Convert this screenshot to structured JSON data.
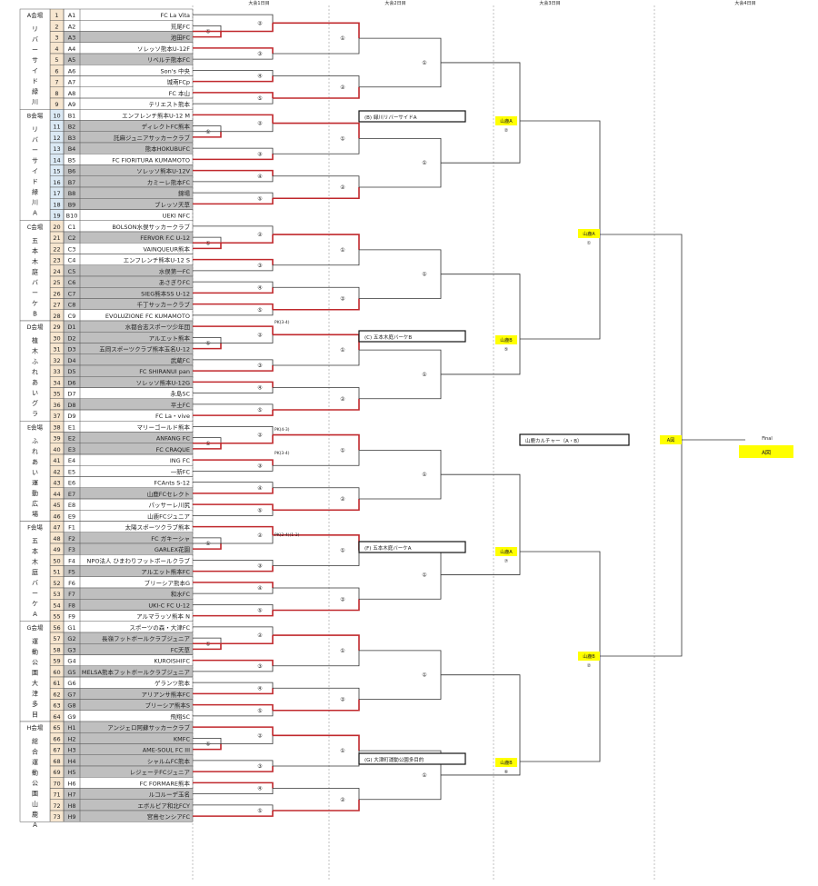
{
  "round_headers": [
    "大会1日目",
    "大会2日目",
    "大会3日目",
    "大会4日目"
  ],
  "venues": [
    {
      "id": "A",
      "title": "A会場",
      "vertical": "リバーサイド緑川C"
    },
    {
      "id": "B",
      "title": "B会場",
      "vertical": "リバーサイド緑川A"
    },
    {
      "id": "C",
      "title": "C会場",
      "vertical": "五本木庭バーケB"
    },
    {
      "id": "D",
      "title": "D会場",
      "vertical": "植木ふれあいグランド"
    },
    {
      "id": "E",
      "title": "E会場",
      "vertical": "ふれあい運動広場"
    },
    {
      "id": "F",
      "title": "F会場",
      "vertical": "五本木庭バーケA"
    },
    {
      "id": "G",
      "title": "G会場",
      "vertical": "運動公園大津多目的"
    },
    {
      "id": "H",
      "title": "H会場",
      "vertical": "総合運動公園山鹿A"
    }
  ],
  "teams": [
    {
      "no": "1",
      "code": "A1",
      "name": "FC La Vita"
    },
    {
      "no": "2",
      "code": "A2",
      "name": "荒尾FC"
    },
    {
      "no": "3",
      "code": "A3",
      "name": "池田FC"
    },
    {
      "no": "4",
      "code": "A4",
      "name": "ソレッソ熊本U-12F"
    },
    {
      "no": "5",
      "code": "A5",
      "name": "リベルテ熊本FC"
    },
    {
      "no": "6",
      "code": "A6",
      "name": "Son's 中央"
    },
    {
      "no": "7",
      "code": "A7",
      "name": "城南FCp"
    },
    {
      "no": "8",
      "code": "A8",
      "name": "FC 本山"
    },
    {
      "no": "9",
      "code": "A9",
      "name": "テリエスト熊本"
    },
    {
      "no": "10",
      "code": "B1",
      "name": "エンフレンチ熊本U-12 M"
    },
    {
      "no": "11",
      "code": "B2",
      "name": "ディレクトFC熊本"
    },
    {
      "no": "12",
      "code": "B3",
      "name": "託麻ジュニアサッカークラブ"
    },
    {
      "no": "13",
      "code": "B4",
      "name": "熊本HOKUBUFC"
    },
    {
      "no": "14",
      "code": "B5",
      "name": "FC FIORITURA KUMAMOTO"
    },
    {
      "no": "15",
      "code": "B6",
      "name": "ソレッソ熊本U-12V"
    },
    {
      "no": "16",
      "code": "B7",
      "name": "カミーレ熊本FC"
    },
    {
      "no": "17",
      "code": "B8",
      "name": "錦場"
    },
    {
      "no": "18",
      "code": "B9",
      "name": "ブレッソ天草"
    },
    {
      "no": "19",
      "code": "B10",
      "name": "UEKI NFC"
    },
    {
      "no": "20",
      "code": "C1",
      "name": "BOLSON水俣サッカークラブ"
    },
    {
      "no": "21",
      "code": "C2",
      "name": "FERVOR F.C U-12"
    },
    {
      "no": "22",
      "code": "C3",
      "name": "VAINQUEUR熊本"
    },
    {
      "no": "23",
      "code": "C4",
      "name": "エンフレンチ熊本U-12 S"
    },
    {
      "no": "24",
      "code": "C5",
      "name": "水俣第一FC"
    },
    {
      "no": "25",
      "code": "C6",
      "name": "あさぎりFC"
    },
    {
      "no": "26",
      "code": "C7",
      "name": "SIEG熊本SS U-12"
    },
    {
      "no": "27",
      "code": "C8",
      "name": "千丁サッカークラブ"
    },
    {
      "no": "28",
      "code": "C9",
      "name": "EVOLUZIONE FC KUMAMOTO"
    },
    {
      "no": "29",
      "code": "D1",
      "name": "水都合志スポーツ少年団"
    },
    {
      "no": "30",
      "code": "D2",
      "name": "アルエット熊本"
    },
    {
      "no": "31",
      "code": "D3",
      "name": "五岡スポーツクラブ熊本玉名U-12"
    },
    {
      "no": "32",
      "code": "D4",
      "name": "武蔵FC"
    },
    {
      "no": "33",
      "code": "D5",
      "name": "FC SHIRANUI pan"
    },
    {
      "no": "34",
      "code": "D6",
      "name": "ソレッソ熊本U-12G"
    },
    {
      "no": "35",
      "code": "D7",
      "name": "永島SC"
    },
    {
      "no": "36",
      "code": "D8",
      "name": "平土FC"
    },
    {
      "no": "37",
      "code": "D9",
      "name": "FC La・vive"
    },
    {
      "no": "38",
      "code": "E1",
      "name": "マリーゴールド熊本"
    },
    {
      "no": "39",
      "code": "E2",
      "name": "ANFANG FC"
    },
    {
      "no": "40",
      "code": "E3",
      "name": "FC CRAQUE"
    },
    {
      "no": "41",
      "code": "E4",
      "name": "ING FC"
    },
    {
      "no": "42",
      "code": "E5",
      "name": "一新FC"
    },
    {
      "no": "43",
      "code": "E6",
      "name": "FCAnts S-12"
    },
    {
      "no": "44",
      "code": "E7",
      "name": "山鹿FCセレクト"
    },
    {
      "no": "45",
      "code": "E8",
      "name": "パッサーレ川尻"
    },
    {
      "no": "46",
      "code": "E9",
      "name": "山鹿FCジュニア"
    },
    {
      "no": "47",
      "code": "F1",
      "name": "太陽スポーツクラブ熊本"
    },
    {
      "no": "48",
      "code": "F2",
      "name": "FC ガキーシャ"
    },
    {
      "no": "49",
      "code": "F3",
      "name": "GARLEX花園"
    },
    {
      "no": "50",
      "code": "F4",
      "name": "NPO法人 ひまわりフットボールクラブ"
    },
    {
      "no": "51",
      "code": "F5",
      "name": "アルエット熊本FC"
    },
    {
      "no": "52",
      "code": "F6",
      "name": "ブリーシア熊本G"
    },
    {
      "no": "53",
      "code": "F7",
      "name": "和水FC"
    },
    {
      "no": "54",
      "code": "F8",
      "name": "UKI-C FC U-12"
    },
    {
      "no": "55",
      "code": "F9",
      "name": "アルマラッソ熊本 N"
    },
    {
      "no": "56",
      "code": "G1",
      "name": "スポーツの森・大津FC"
    },
    {
      "no": "57",
      "code": "G2",
      "name": "長嶺フットボールクラブジュニア"
    },
    {
      "no": "58",
      "code": "G3",
      "name": "FC天草"
    },
    {
      "no": "59",
      "code": "G4",
      "name": "KUROISHIFC"
    },
    {
      "no": "60",
      "code": "G5",
      "name": "MELSA熊本フットボールクラブジュニア"
    },
    {
      "no": "61",
      "code": "G6",
      "name": "ゲランツ熊本"
    },
    {
      "no": "62",
      "code": "G7",
      "name": "アリアンサ熊本FC"
    },
    {
      "no": "63",
      "code": "G8",
      "name": "ブリーシア熊本S"
    },
    {
      "no": "64",
      "code": "G9",
      "name": "飛翔SC"
    },
    {
      "no": "65",
      "code": "H1",
      "name": "アンジェロ阿蘇サッカークラブ"
    },
    {
      "no": "66",
      "code": "H2",
      "name": "KMFC"
    },
    {
      "no": "67",
      "code": "H3",
      "name": "AME-SOUL FC III"
    },
    {
      "no": "68",
      "code": "H4",
      "name": "シャルムFC熊本"
    },
    {
      "no": "69",
      "code": "H5",
      "name": "レジェーテFCジュニア"
    },
    {
      "no": "70",
      "code": "H6",
      "name": "FC FORMARE熊本"
    },
    {
      "no": "71",
      "code": "H7",
      "name": "ルコルーデ玉名"
    },
    {
      "no": "72",
      "code": "H8",
      "name": "エボルピア和北FCY"
    },
    {
      "no": "73",
      "code": "H9",
      "name": "宮島センシアFC"
    }
  ],
  "shaded_rows": [
    3,
    5,
    11,
    12,
    13,
    15,
    16,
    17,
    18,
    21,
    24,
    25,
    26,
    27,
    29,
    30,
    31,
    32,
    33,
    34,
    36,
    39,
    40,
    44,
    48,
    49,
    51,
    53,
    54,
    57,
    58,
    60,
    62,
    63,
    65,
    66,
    67,
    68,
    69,
    71,
    72,
    73
  ],
  "venue_boxes": [
    {
      "label": "(B) 緑川リバーサイドA"
    },
    {
      "label": "(C) 五本木庭バーケB"
    },
    {
      "label": "(F) 五本木庭バーケA"
    },
    {
      "label": "(G) 大津町運動公園多目的"
    }
  ],
  "center_box": {
    "label": "山鹿カルチャー（A・B）"
  },
  "yellow_boxes": [
    {
      "label": "山鹿A",
      "sub": "②"
    },
    {
      "label": "山鹿B",
      "sub": "⑤"
    },
    {
      "label": "山鹿A",
      "sub": "⑦"
    },
    {
      "label": "山鹿B",
      "sub": "⑥"
    },
    {
      "label": "山鹿A",
      "sub": "①"
    },
    {
      "label": "山鹿B",
      "sub": "②"
    },
    {
      "label": "A図",
      "sub": ""
    }
  ],
  "final_label": "Final",
  "final_box": "A図",
  "pk_notes": [
    "PK(3-4)",
    "PK(4-3)",
    "PK(3-4)",
    "PK(2-4)(1-3)"
  ],
  "colors": {
    "win": "#c0282c",
    "line": "#333333",
    "shade": "#bfbfbf",
    "yellow": "#ffff00",
    "blue_shade": "#dbe9f4"
  }
}
